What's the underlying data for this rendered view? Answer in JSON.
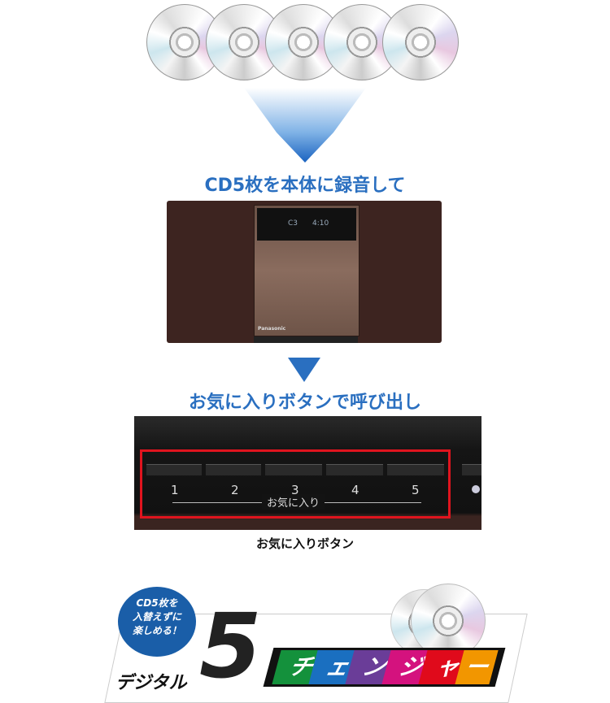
{
  "heading1": "CD5枚を本体に録音して",
  "display": {
    "left": "C3",
    "right": "4:10"
  },
  "brand": "Panasonic",
  "heading2": "お気に入りボタンで呼び出し",
  "panel": {
    "numbers": [
      "1",
      "2",
      "3",
      "4",
      "5"
    ],
    "label": "お気に入り"
  },
  "caption": "お気に入りボタン",
  "logo": {
    "bubble": [
      "CD5枚を",
      "入替えずに",
      "楽しめる！"
    ],
    "digital": "デジタル",
    "five": "5",
    "changer": [
      {
        "ch": "チ",
        "color": "#14913c"
      },
      {
        "ch": "ェ",
        "color": "#1a6fc0"
      },
      {
        "ch": "ン",
        "color": "#6a3d98"
      },
      {
        "ch": "ジ",
        "color": "#d4127e"
      },
      {
        "ch": "ャ",
        "color": "#e00a1b"
      },
      {
        "ch": "ー",
        "color": "#f29600"
      }
    ]
  },
  "colors": {
    "accent": "#2a6fc0",
    "highlight": "#e0141e"
  }
}
